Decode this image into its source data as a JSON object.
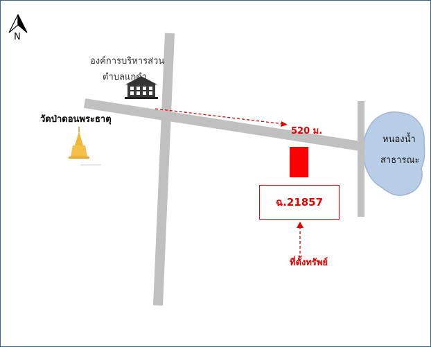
{
  "compass": {
    "letter": "N",
    "icon": "north-arrow-icon"
  },
  "labels": {
    "org_line1": "องค์การบริหารส่วน",
    "org_line2": "ตำบลแกดำ",
    "temple": "วัดป่าดอนพระธาตุ",
    "distance": "520 ม.",
    "lake_line1": "หนองน้ำ",
    "lake_line2": "สาธารณะ",
    "deed": "ฉ.21857",
    "location": "ที่ตั้งทรัพย์"
  },
  "icons": [
    "north-arrow-icon",
    "government-building-icon",
    "temple-pagoda-icon",
    "property-marker-icon"
  ],
  "colors": {
    "road": "#c0c0c0",
    "accent_red": "#e00000",
    "lake_fill": "#b8cde6",
    "lake_stroke": "#9db5d6",
    "pagoda": "#f2b632",
    "frame": "#3b5f8a"
  }
}
